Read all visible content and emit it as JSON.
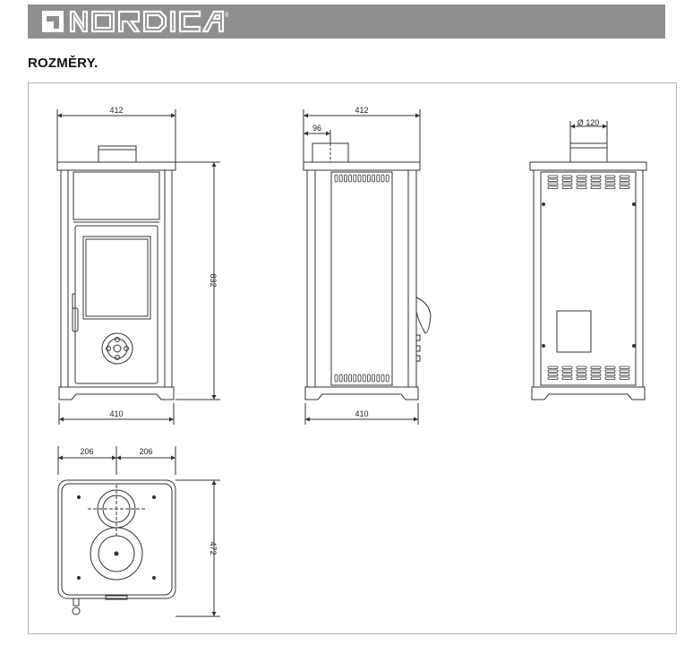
{
  "header": {
    "brand": "NORDICA",
    "registered_mark": "®",
    "bar_color": "#8f8f8f"
  },
  "section_title": "ROZMĚRY.",
  "drawings": {
    "front": {
      "width_top": "412",
      "width_bottom": "410",
      "height": "832"
    },
    "side": {
      "width_top": "412",
      "flue_offset": "96",
      "width_bottom": "410"
    },
    "back": {
      "flue_diameter": "Ø 120"
    },
    "top": {
      "half_left": "206",
      "half_right": "206",
      "depth": "472"
    }
  }
}
